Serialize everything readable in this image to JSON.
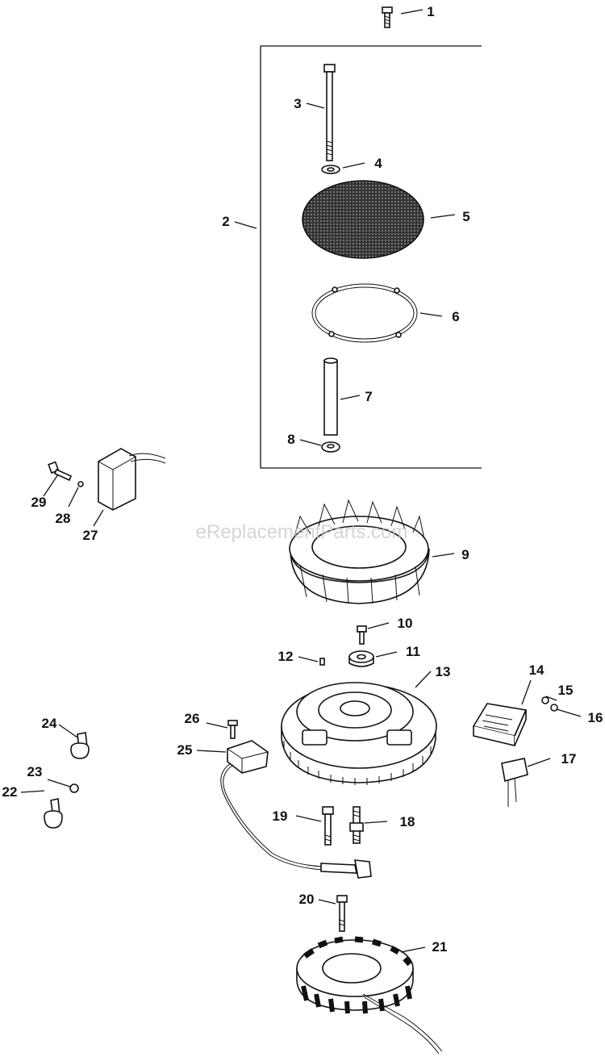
{
  "watermark": "eReplacementParts.com",
  "callouts": [
    "1",
    "2",
    "3",
    "4",
    "5",
    "6",
    "7",
    "8",
    "9",
    "10",
    "11",
    "12",
    "13",
    "14",
    "15",
    "16",
    "17",
    "18",
    "19",
    "20",
    "21",
    "22",
    "23",
    "24",
    "25",
    "26",
    "27",
    "28",
    "29"
  ],
  "colors": {
    "line": "#111111",
    "watermark": "#c8c8c8",
    "background": "#ffffff"
  }
}
